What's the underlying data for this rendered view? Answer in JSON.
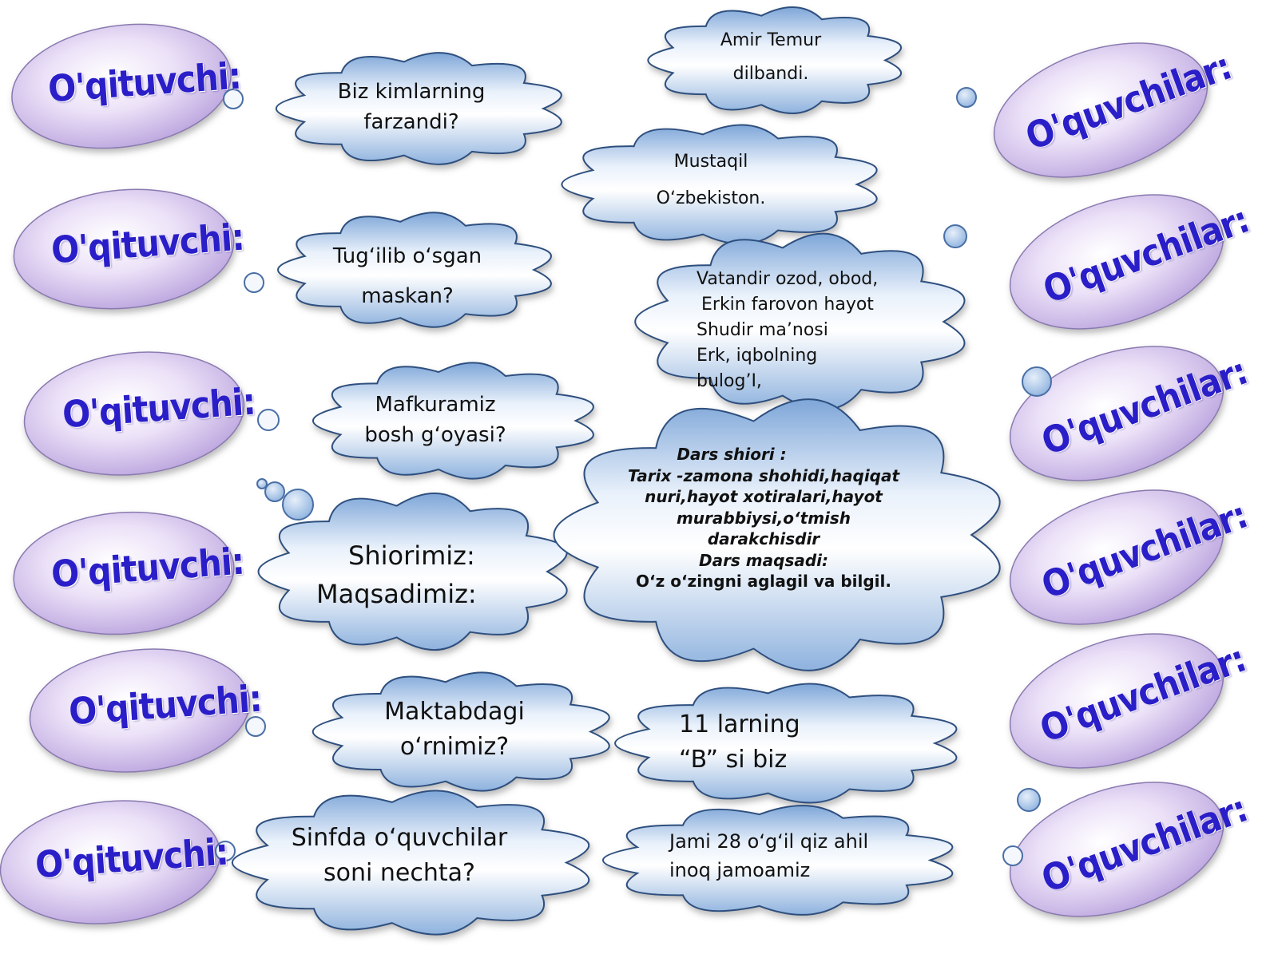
{
  "teacher_label": "O'qituvchi:",
  "students_label": "O'quvchilar:",
  "colors": {
    "ellipse_fill": "#d9c8ef",
    "label_text": "#2a1ec8",
    "cloud_top": "#ffffff",
    "cloud_bottom": "#8eb2de"
  },
  "questions": [
    {
      "line1": "Biz kimlarning",
      "line2": "farzandi?"
    },
    {
      "line1": "Tug‘ilib o‘sgan",
      "line2": "maskan?"
    },
    {
      "line1": "Mafkuramiz",
      "line2": "bosh g‘oyasi?"
    },
    {
      "line1": "Shiorimiz:",
      "line2": "Maqsadimiz:"
    },
    {
      "line1": "Maktabdagi",
      "line2": "o‘rnimiz?"
    },
    {
      "line1": "Sinfda o‘quvchilar",
      "line2": "soni nechta?"
    }
  ],
  "answers": {
    "amir": {
      "line1": "Amir Temur",
      "line2": "dilbandi."
    },
    "mustaqil": {
      "line1": "Mustaqil",
      "line2": "O‘zbekiston."
    },
    "vatan": [
      "Vatandir ozod, obod,",
      "Erkin farovon hayot",
      "Shudir ma’nosi",
      "Erk, iqbolning",
      "bulog’I,"
    ],
    "motto": {
      "heading1": "Dars   shiori :",
      "lines": [
        "Tarix -zamona shohidi,haqiqat",
        "nuri,hayot xotiralari,hayot",
        "murabbiysi,o‘tmish",
        "darakchisdir"
      ],
      "heading2": "Dars   maqsadi:",
      "goal": "O‘z o‘zingni aglagil va bilgil."
    },
    "class": {
      "line1": "11 larning",
      "line2": "“B” si biz"
    },
    "count": {
      "line1": "Jami  28  o‘g‘il qiz ahil",
      "line2": "inoq jamoamiz"
    }
  }
}
